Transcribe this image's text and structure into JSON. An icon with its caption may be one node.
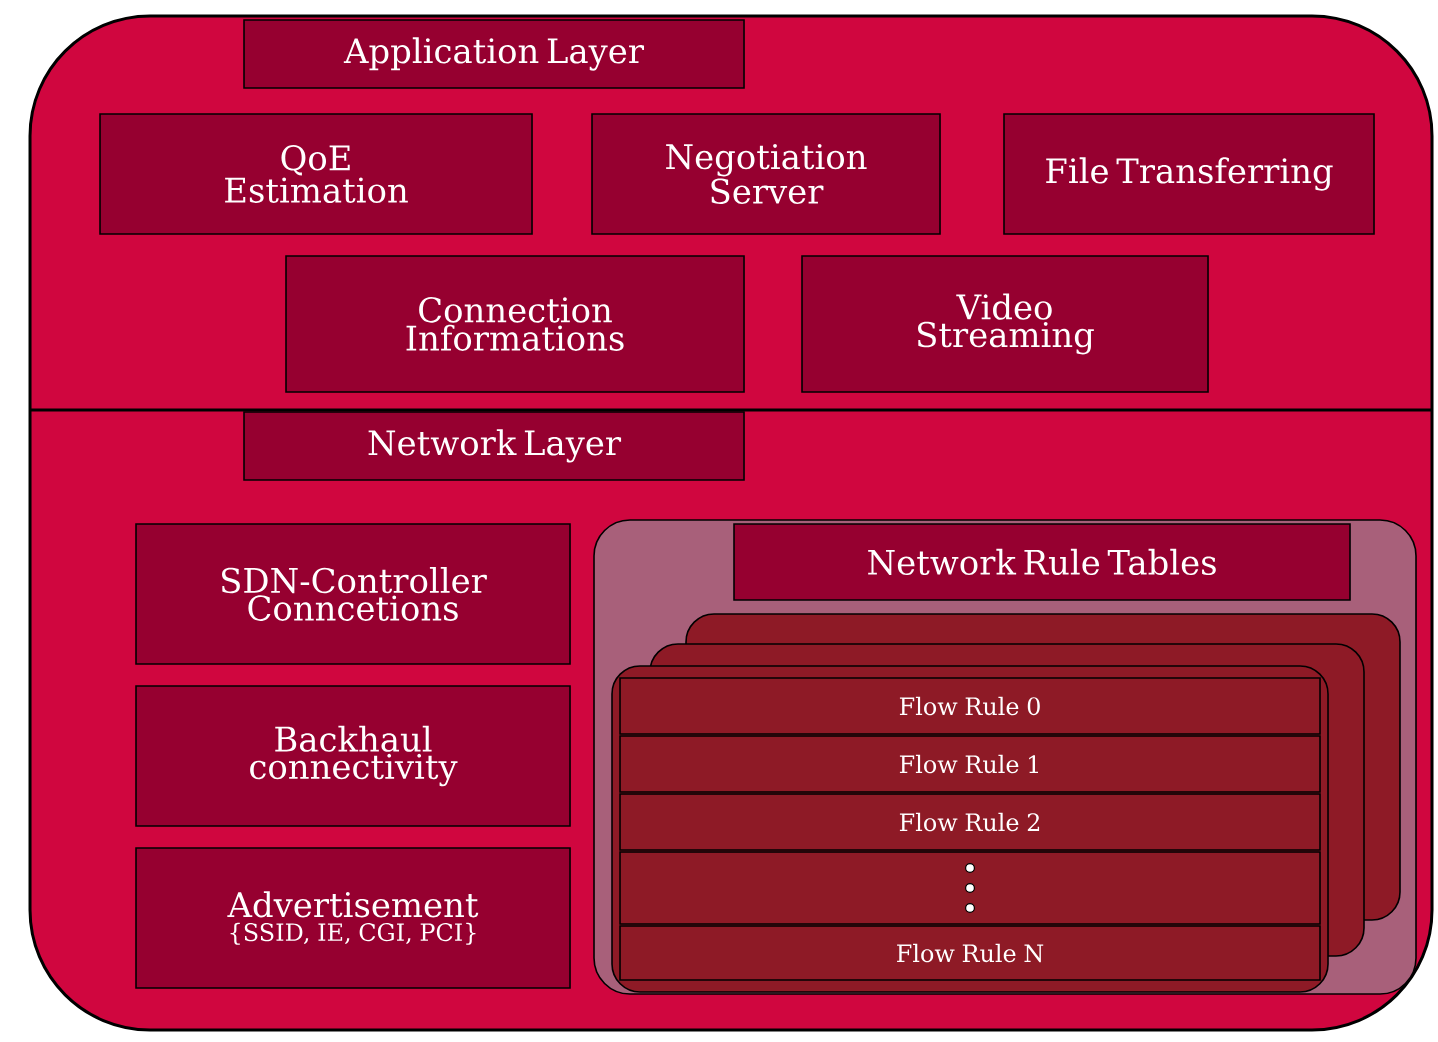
{
  "diagram": {
    "nodes": [
      {
        "text": [],
        "shape": "box"
      },
      {
        "text": [
          "Application Layer"
        ],
        "in": 0
      },
      {
        "text": [
          "QoE Estimation"
        ],
        "in": 0
      },
      {
        "text": [
          "Negotiation Server"
        ],
        "in": 0
      },
      {
        "text": [
          "File Transferring"
        ],
        "in": 0
      },
      {
        "text": [
          "Connection Informations"
        ],
        "in": 0
      },
      {
        "text": [
          "Video Streaming"
        ],
        "in": 0
      },
      {
        "text": [
          "Network Layer"
        ],
        "in": 0
      },
      {
        "text": [
          "SDN-Controller Conncetions"
        ],
        "in": 0
      },
      {
        "text": [
          "Backhaul connectivity"
        ],
        "in": 0
      },
      {
        "text": [
          "Advertisement",
          "{SSID, IE, CGI, PCI}"
        ],
        "in": 0
      },
      {
        "text": [],
        "shape": "box",
        "in": 0
      },
      {
        "text": [
          "Network Rule Tables"
        ],
        "in": 11
      },
      {
        "text": [],
        "shape": "box",
        "in": 11
      },
      {
        "text": [
          "Flow Rule 0"
        ],
        "in": 13
      },
      {
        "text": [
          "Flow Rule 1"
        ],
        "in": 13
      },
      {
        "text": [
          "Flow Rule 2"
        ],
        "in": 13
      },
      {
        "text": [],
        "shape": "box",
        "in": 13
      },
      {
        "text": [
          "Flow Rule N"
        ],
        "in": 13
      }
    ],
    "edges": []
  }
}
